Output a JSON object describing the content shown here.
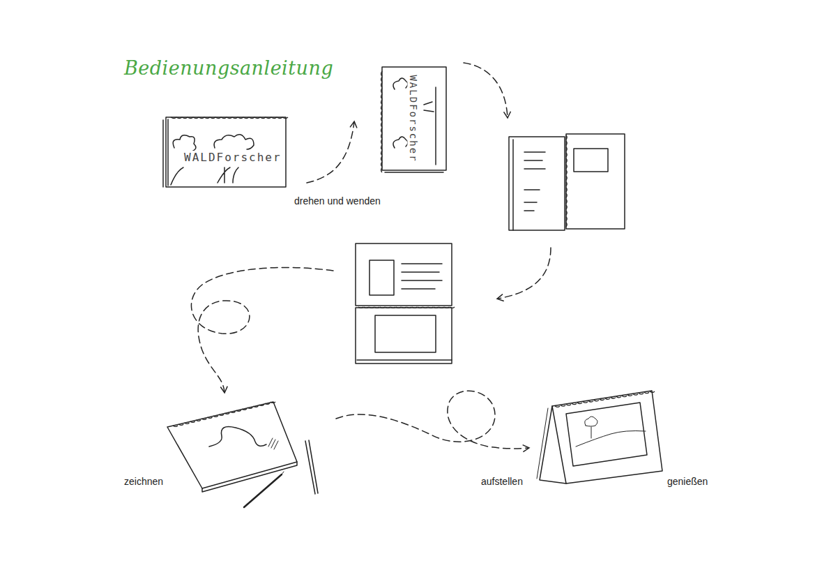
{
  "diagram": {
    "title": "Bedienungsanleitung",
    "labels": [
      "WALDForscher",
      "drehen und wenden",
      "WALDForscher",
      "zeichnen",
      "aufstellen",
      "genießen"
    ]
  }
}
